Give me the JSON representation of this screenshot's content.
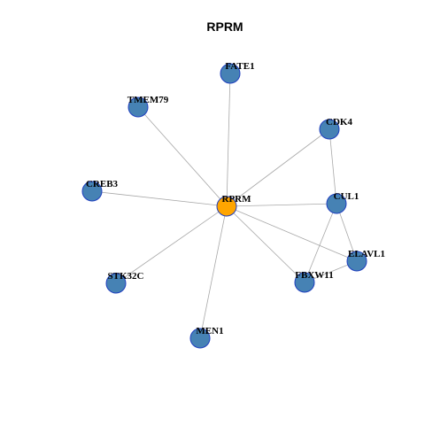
{
  "title": "RPRM",
  "colors": {
    "center_fill": "#FFA500",
    "node_fill": "#4682B4",
    "node_stroke": "#1f3fbf",
    "edge": "#a8a8a8"
  },
  "nodes": [
    {
      "id": "RPRM",
      "label": "RPRM",
      "center": true
    },
    {
      "id": "FATE1",
      "label": "FATE1"
    },
    {
      "id": "TMEM79",
      "label": "TMEM79"
    },
    {
      "id": "CDK4",
      "label": "CDK4"
    },
    {
      "id": "CREB3",
      "label": "CREB3"
    },
    {
      "id": "CUL1",
      "label": "CUL1"
    },
    {
      "id": "ELAVL1",
      "label": "ELAVL1"
    },
    {
      "id": "FBXW11",
      "label": "FBXW11"
    },
    {
      "id": "STK32C",
      "label": "STK32C"
    },
    {
      "id": "MEN1",
      "label": "MEN1"
    }
  ],
  "edges": [
    [
      "RPRM",
      "FATE1"
    ],
    [
      "RPRM",
      "TMEM79"
    ],
    [
      "RPRM",
      "CDK4"
    ],
    [
      "RPRM",
      "CREB3"
    ],
    [
      "RPRM",
      "CUL1"
    ],
    [
      "RPRM",
      "ELAVL1"
    ],
    [
      "RPRM",
      "FBXW11"
    ],
    [
      "RPRM",
      "STK32C"
    ],
    [
      "RPRM",
      "MEN1"
    ],
    [
      "CDK4",
      "CUL1"
    ],
    [
      "CUL1",
      "ELAVL1"
    ],
    [
      "CUL1",
      "FBXW11"
    ],
    [
      "FBXW11",
      "ELAVL1"
    ]
  ]
}
